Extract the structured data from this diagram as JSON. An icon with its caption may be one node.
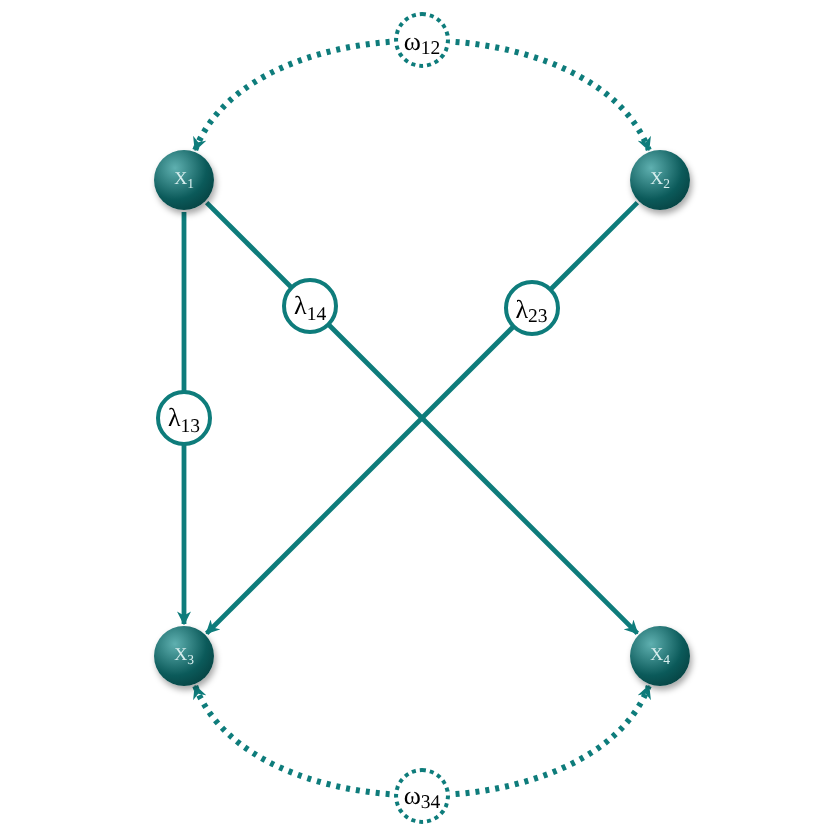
{
  "diagram": {
    "nodes": [
      {
        "text": [
          "X$_{1}$"
        ]
      },
      {
        "text": [
          "X$_{2}$"
        ]
      },
      {
        "text": [
          "X$_{3}$"
        ]
      },
      {
        "text": [
          "X$_{4}$"
        ]
      }
    ],
    "edges": [
      {
        "from": 0,
        "to": 1,
        "arrow": "both",
        "label": "ω$_{12}$",
        "style": "dashed"
      },
      {
        "from": 0,
        "to": 2,
        "arrow": "to",
        "label": "λ$_{13}$"
      },
      {
        "from": 0,
        "to": 3,
        "arrow": "to",
        "label": "λ$_{14}$"
      },
      {
        "from": 1,
        "to": 2,
        "arrow": "to",
        "label": "λ$_{23}$"
      },
      {
        "from": 2,
        "to": 3,
        "arrow": "both",
        "label": "ω$_{34}$",
        "style": "dashed"
      }
    ]
  }
}
